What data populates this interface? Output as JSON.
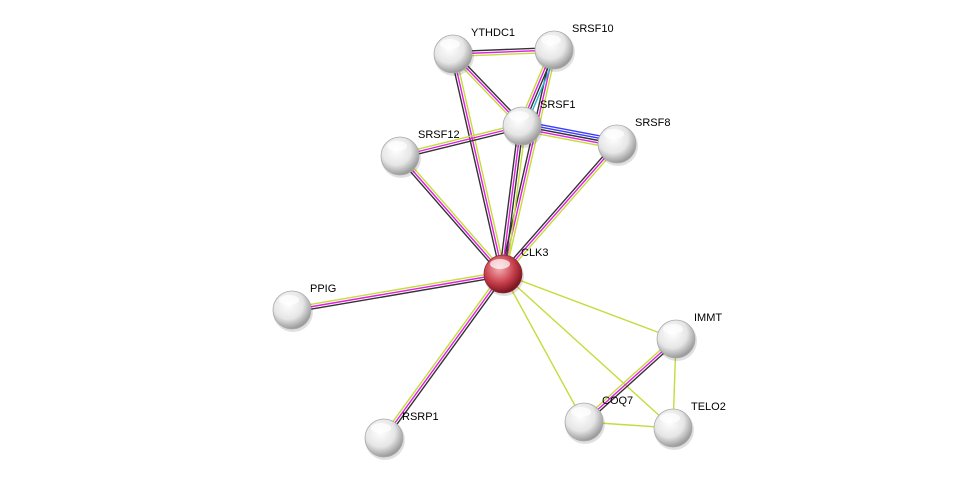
{
  "network": {
    "nodes": [
      {
        "id": "YTHDC1",
        "label": "YTHDC1",
        "query": false
      },
      {
        "id": "SRSF10",
        "label": "SRSF10",
        "query": false
      },
      {
        "id": "SRSF1",
        "label": "SRSF1",
        "query": false
      },
      {
        "id": "SRSF8",
        "label": "SRSF8",
        "query": false
      },
      {
        "id": "SRSF12",
        "label": "SRSF12",
        "query": false
      },
      {
        "id": "CLK3",
        "label": "CLK3",
        "query": true
      },
      {
        "id": "PPIG",
        "label": "PPIG",
        "query": false
      },
      {
        "id": "IMMT",
        "label": "IMMT",
        "query": false
      },
      {
        "id": "TELO2",
        "label": "TELO2",
        "query": false
      },
      {
        "id": "COQ7",
        "label": "COQ7",
        "query": false
      },
      {
        "id": "RSRP1",
        "label": "RSRP1",
        "query": false
      }
    ],
    "evidence_colors": {
      "coexpression": "#333333",
      "experiments": "#e21ee2",
      "textmining": "#c4dc3c",
      "databases": "#1fb6d8",
      "cooccurrence": "#3c3cff"
    },
    "edges": [
      {
        "a": "CLK3",
        "b": "YTHDC1",
        "evidence": [
          "coexpression",
          "experiments",
          "textmining"
        ]
      },
      {
        "a": "CLK3",
        "b": "SRSF10",
        "evidence": [
          "coexpression",
          "experiments",
          "textmining"
        ]
      },
      {
        "a": "CLK3",
        "b": "SRSF1",
        "evidence": [
          "coexpression",
          "experiments",
          "coexpression",
          "textmining"
        ]
      },
      {
        "a": "CLK3",
        "b": "SRSF8",
        "evidence": [
          "coexpression",
          "experiments",
          "textmining"
        ]
      },
      {
        "a": "CLK3",
        "b": "SRSF12",
        "evidence": [
          "coexpression",
          "experiments",
          "textmining"
        ]
      },
      {
        "a": "CLK3",
        "b": "PPIG",
        "evidence": [
          "coexpression",
          "experiments",
          "textmining"
        ]
      },
      {
        "a": "CLK3",
        "b": "RSRP1",
        "evidence": [
          "coexpression",
          "experiments",
          "textmining"
        ]
      },
      {
        "a": "CLK3",
        "b": "IMMT",
        "evidence": [
          "textmining"
        ]
      },
      {
        "a": "CLK3",
        "b": "COQ7",
        "evidence": [
          "textmining"
        ]
      },
      {
        "a": "CLK3",
        "b": "TELO2",
        "evidence": [
          "textmining"
        ]
      },
      {
        "a": "YTHDC1",
        "b": "SRSF10",
        "evidence": [
          "coexpression",
          "experiments",
          "textmining"
        ]
      },
      {
        "a": "YTHDC1",
        "b": "SRSF1",
        "evidence": [
          "coexpression",
          "experiments",
          "textmining"
        ]
      },
      {
        "a": "SRSF10",
        "b": "SRSF1",
        "evidence": [
          "databases",
          "coexpression",
          "experiments",
          "textmining"
        ]
      },
      {
        "a": "SRSF1",
        "b": "SRSF8",
        "evidence": [
          "cooccurrence",
          "cooccurrence",
          "coexpression",
          "experiments",
          "textmining"
        ]
      },
      {
        "a": "SRSF1",
        "b": "SRSF12",
        "evidence": [
          "coexpression",
          "experiments",
          "textmining"
        ]
      },
      {
        "a": "IMMT",
        "b": "COQ7",
        "evidence": [
          "coexpression",
          "experiments",
          "textmining"
        ]
      },
      {
        "a": "IMMT",
        "b": "TELO2",
        "evidence": [
          "textmining"
        ]
      },
      {
        "a": "COQ7",
        "b": "TELO2",
        "evidence": [
          "textmining"
        ]
      }
    ]
  }
}
